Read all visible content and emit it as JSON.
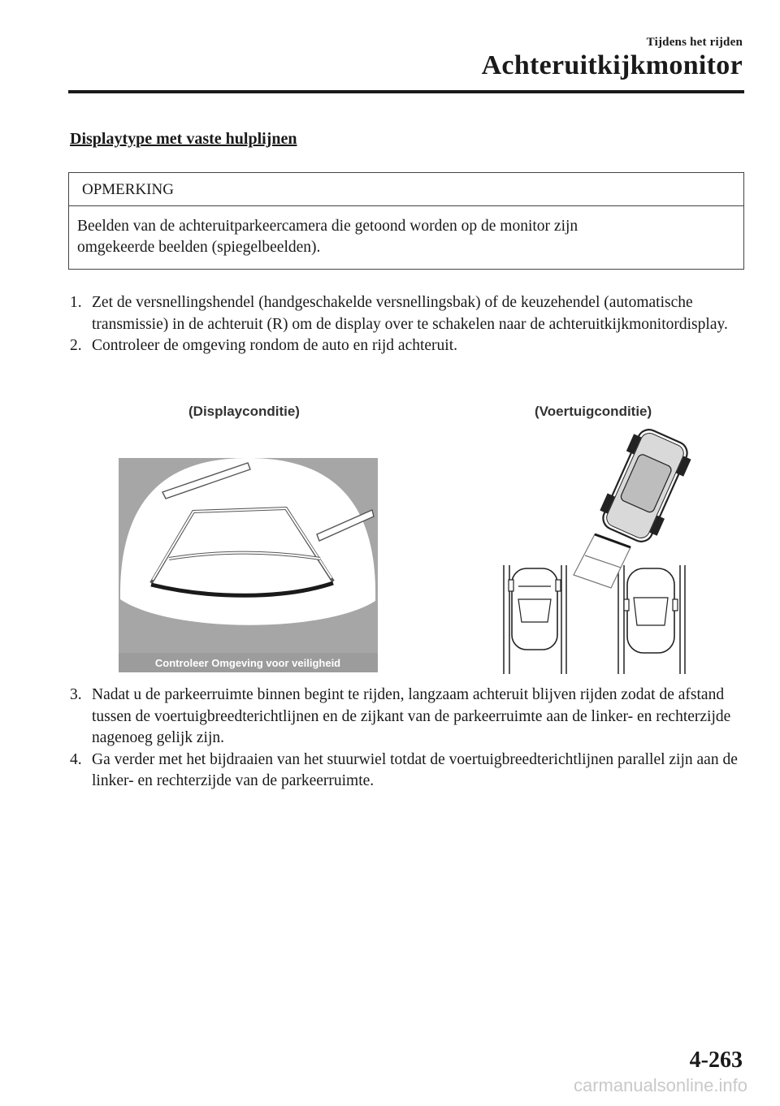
{
  "header": {
    "section": "Tijdens het rijden",
    "chapter": "Achteruitkijkmonitor"
  },
  "section_title": "Displaytype met vaste hulplijnen",
  "note": {
    "heading": "OPMERKING",
    "body_line1": "Beelden van de achteruitparkeercamera die getoond worden op de monitor zijn",
    "body_line2": "omgekeerde beelden (spiegelbeelden)."
  },
  "steps_before": [
    {
      "num": "1.",
      "text": "Zet de versnellingshendel (handgeschakelde versnellingsbak) of de keuzehendel (automatische transmissie) in de achteruit (R) om de display over te schakelen naar de achteruitkijkmonitordisplay."
    },
    {
      "num": "2.",
      "text": "Controleer de omgeving rondom de auto en rijd achteruit."
    }
  ],
  "figure": {
    "left_label": "(Displayconditie)",
    "right_label": "(Voertuigconditie)",
    "screen_caption": "Controleer Omgeving voor veiligheid",
    "colors": {
      "screen_gray": "#a6a6a6",
      "guide_line": "#1a1a1a"
    }
  },
  "steps_after": [
    {
      "num": "3.",
      "text": "Nadat u de parkeerruimte binnen begint te rijden, langzaam achteruit blijven rijden zodat de afstand tussen de voertuigbreedterichtlijnen en de zijkant van de parkeerruimte aan de linker- en rechterzijde nagenoeg gelijk zijn."
    },
    {
      "num": "4.",
      "text": "Ga verder met het bijdraaien van het stuurwiel totdat de voertuigbreedterichtlijnen parallel zijn aan de linker- en rechterzijde van de parkeerruimte."
    }
  ],
  "footer": {
    "page_number": "4-263",
    "watermark": "carmanualsonline.info"
  }
}
